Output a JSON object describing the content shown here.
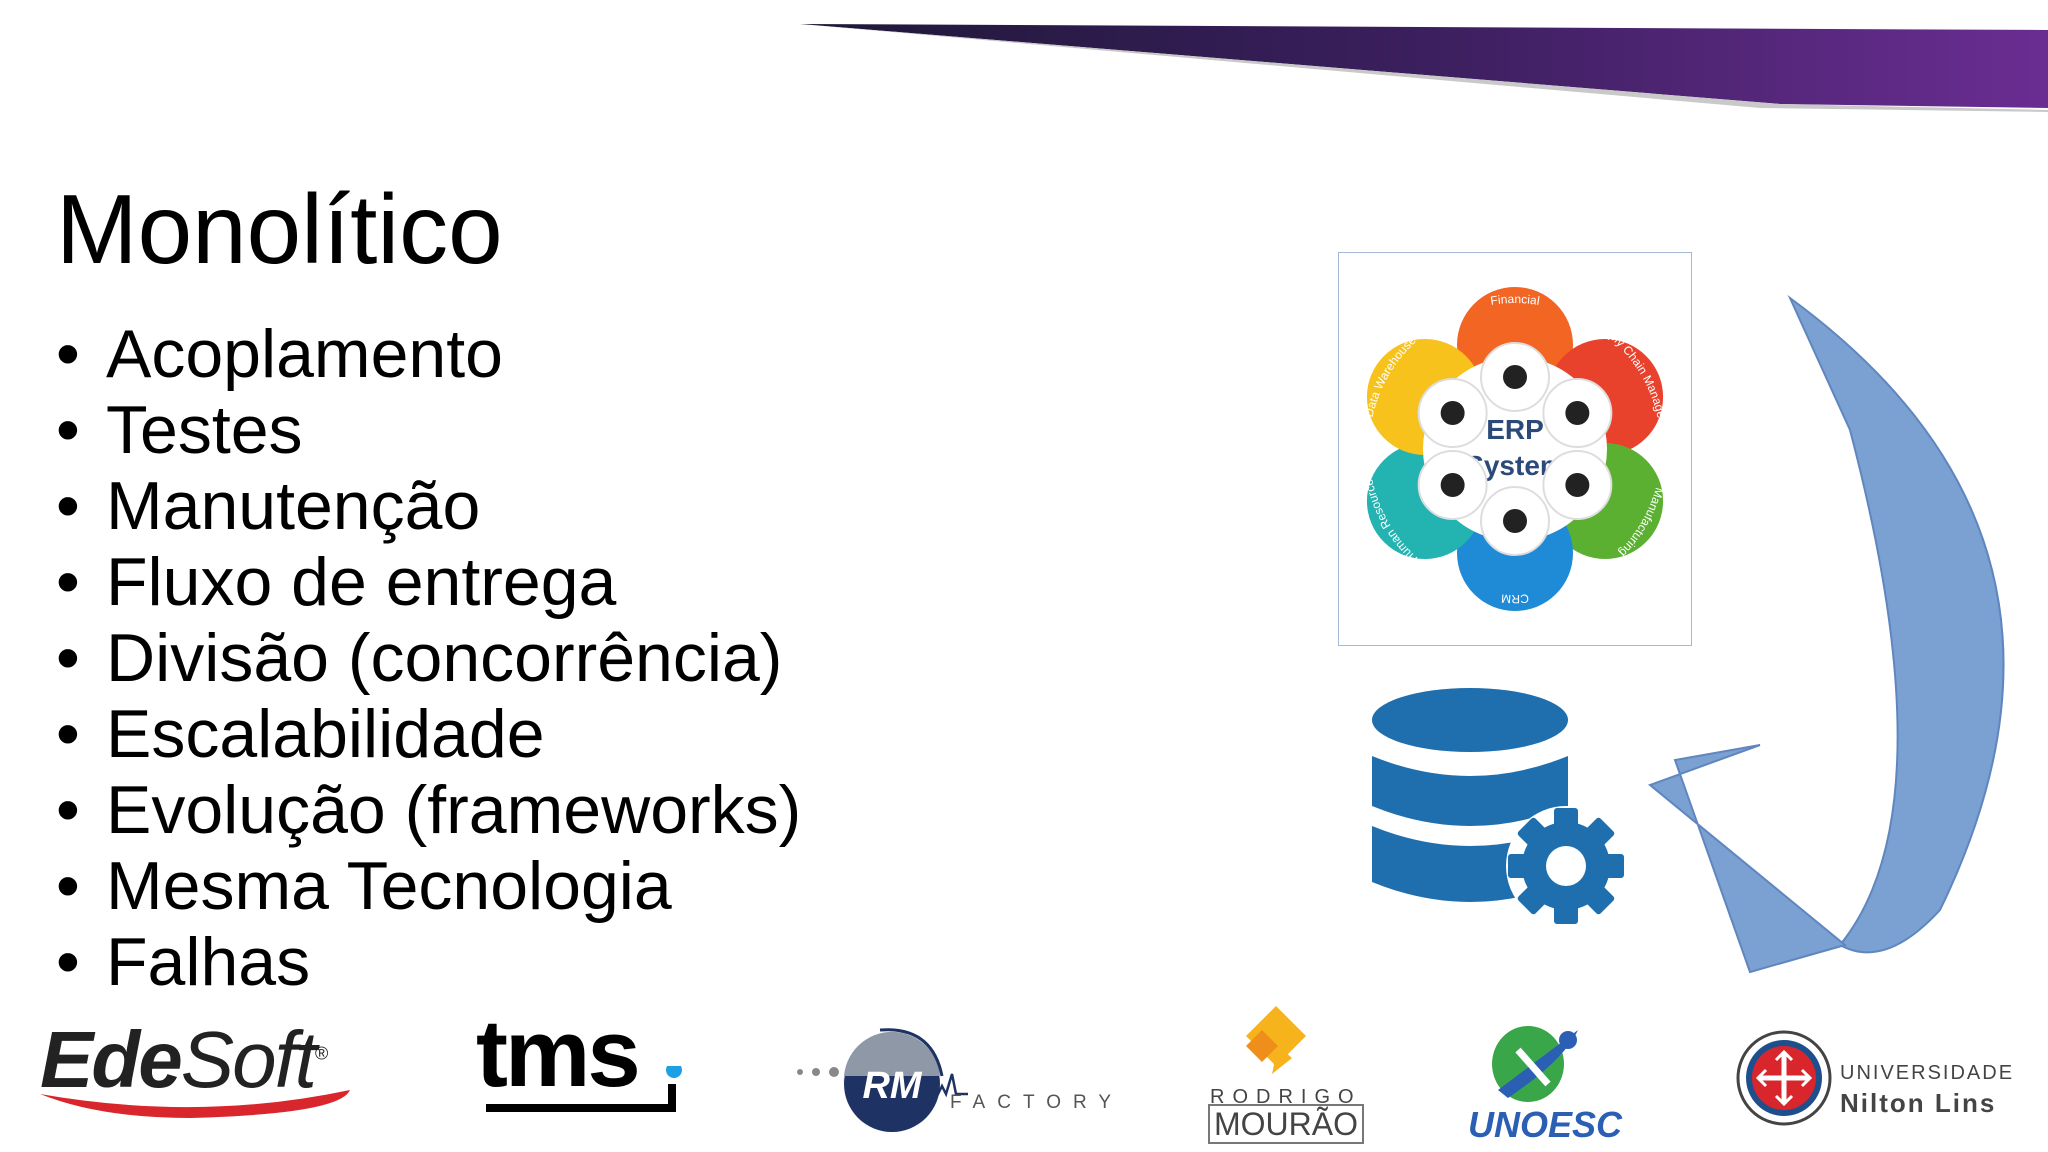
{
  "slide": {
    "title": "Monolítico",
    "bullet_glyph": "•",
    "bullets": [
      "Acoplamento",
      "Testes",
      "Manutenção",
      "Fluxo de entrega",
      "Divisão (concorrência)",
      "Escalabilidade",
      "Evolução (frameworks)",
      "Mesma Tecnologia",
      "Falhas"
    ]
  },
  "erp_diagram": {
    "center_line1": "ERP",
    "center_line2": "System",
    "modules": [
      {
        "label": "Financial",
        "color": "#f26522",
        "icon": "money-hand-icon"
      },
      {
        "label": "Supply Chain Management",
        "color": "#e8412c",
        "icon": "team-icon"
      },
      {
        "label": "Manufacturing",
        "color": "#5bb031",
        "icon": "factory-icon"
      },
      {
        "label": "CRM",
        "color": "#1f8ad6",
        "icon": "meeting-icon"
      },
      {
        "label": "Human Resource",
        "color": "#23b3b0",
        "icon": "people-icon"
      },
      {
        "label": "Data Warehouse",
        "color": "#f7c21b",
        "icon": "network-icon"
      }
    ]
  },
  "illustrations": {
    "database_icon": "database-gear-icon",
    "database_color": "#1f6fae",
    "arrow_color": "#6f98cd"
  },
  "theme": {
    "banner_purple": "#5b2a86",
    "banner_dark": "#2a1a4a"
  },
  "footer_logos": {
    "edesoft": {
      "part1": "Ede",
      "part2": "Soft",
      "reg": "®"
    },
    "tms": {
      "text": "tms"
    },
    "rm_factory": {
      "mark": "RM",
      "sub": "FACTORY"
    },
    "rodrigo_mourao": {
      "line1": "RODRIGO",
      "line2": "MOURÃO"
    },
    "unoesc": {
      "text": "UNOESC"
    },
    "nilton_lins": {
      "line1": "UNIVERSIDADE",
      "line2": "Nilton Lins"
    }
  }
}
